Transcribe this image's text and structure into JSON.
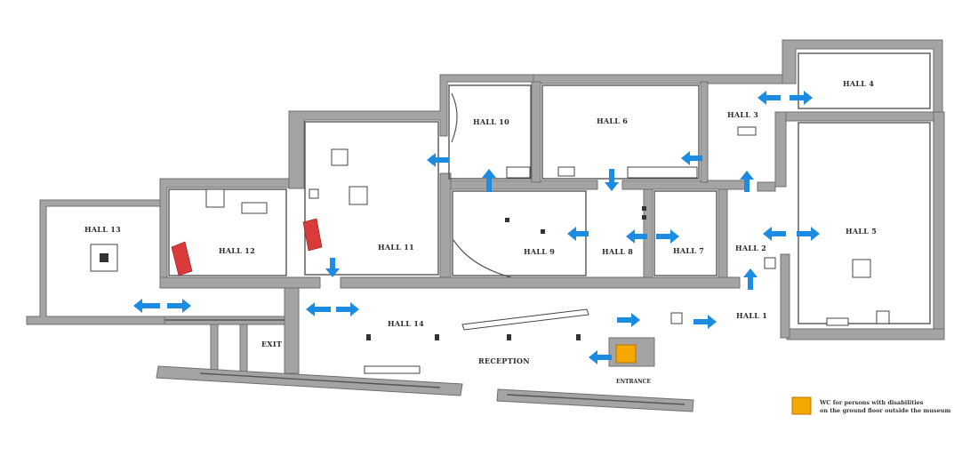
{
  "halls": {
    "hall1": "HALL 1",
    "hall2": "HALL 2",
    "hall3": "HALL 3",
    "hall4": "HALL 4",
    "hall5": "HALL 5",
    "hall6": "HALL 6",
    "hall7": "HALL 7",
    "hall8": "HALL 8",
    "hall9": "HALL 9",
    "hall10": "HALL 10",
    "hall11": "HALL 11",
    "hall12": "HALL 12",
    "hall13": "HALL 13",
    "hall14": "HALL 14"
  },
  "areas": {
    "reception": "RECEPTION",
    "exit": "EXIT",
    "entrance": "ENTRANCE"
  },
  "legend": {
    "line1": "WC for persons with disabilities",
    "line2": "on the ground floor outside the museum",
    "color": "#f5a800"
  },
  "colors": {
    "arrow": "#1c8ce3",
    "wall": "#a4a4a4",
    "stairs": "#d93b3b"
  }
}
